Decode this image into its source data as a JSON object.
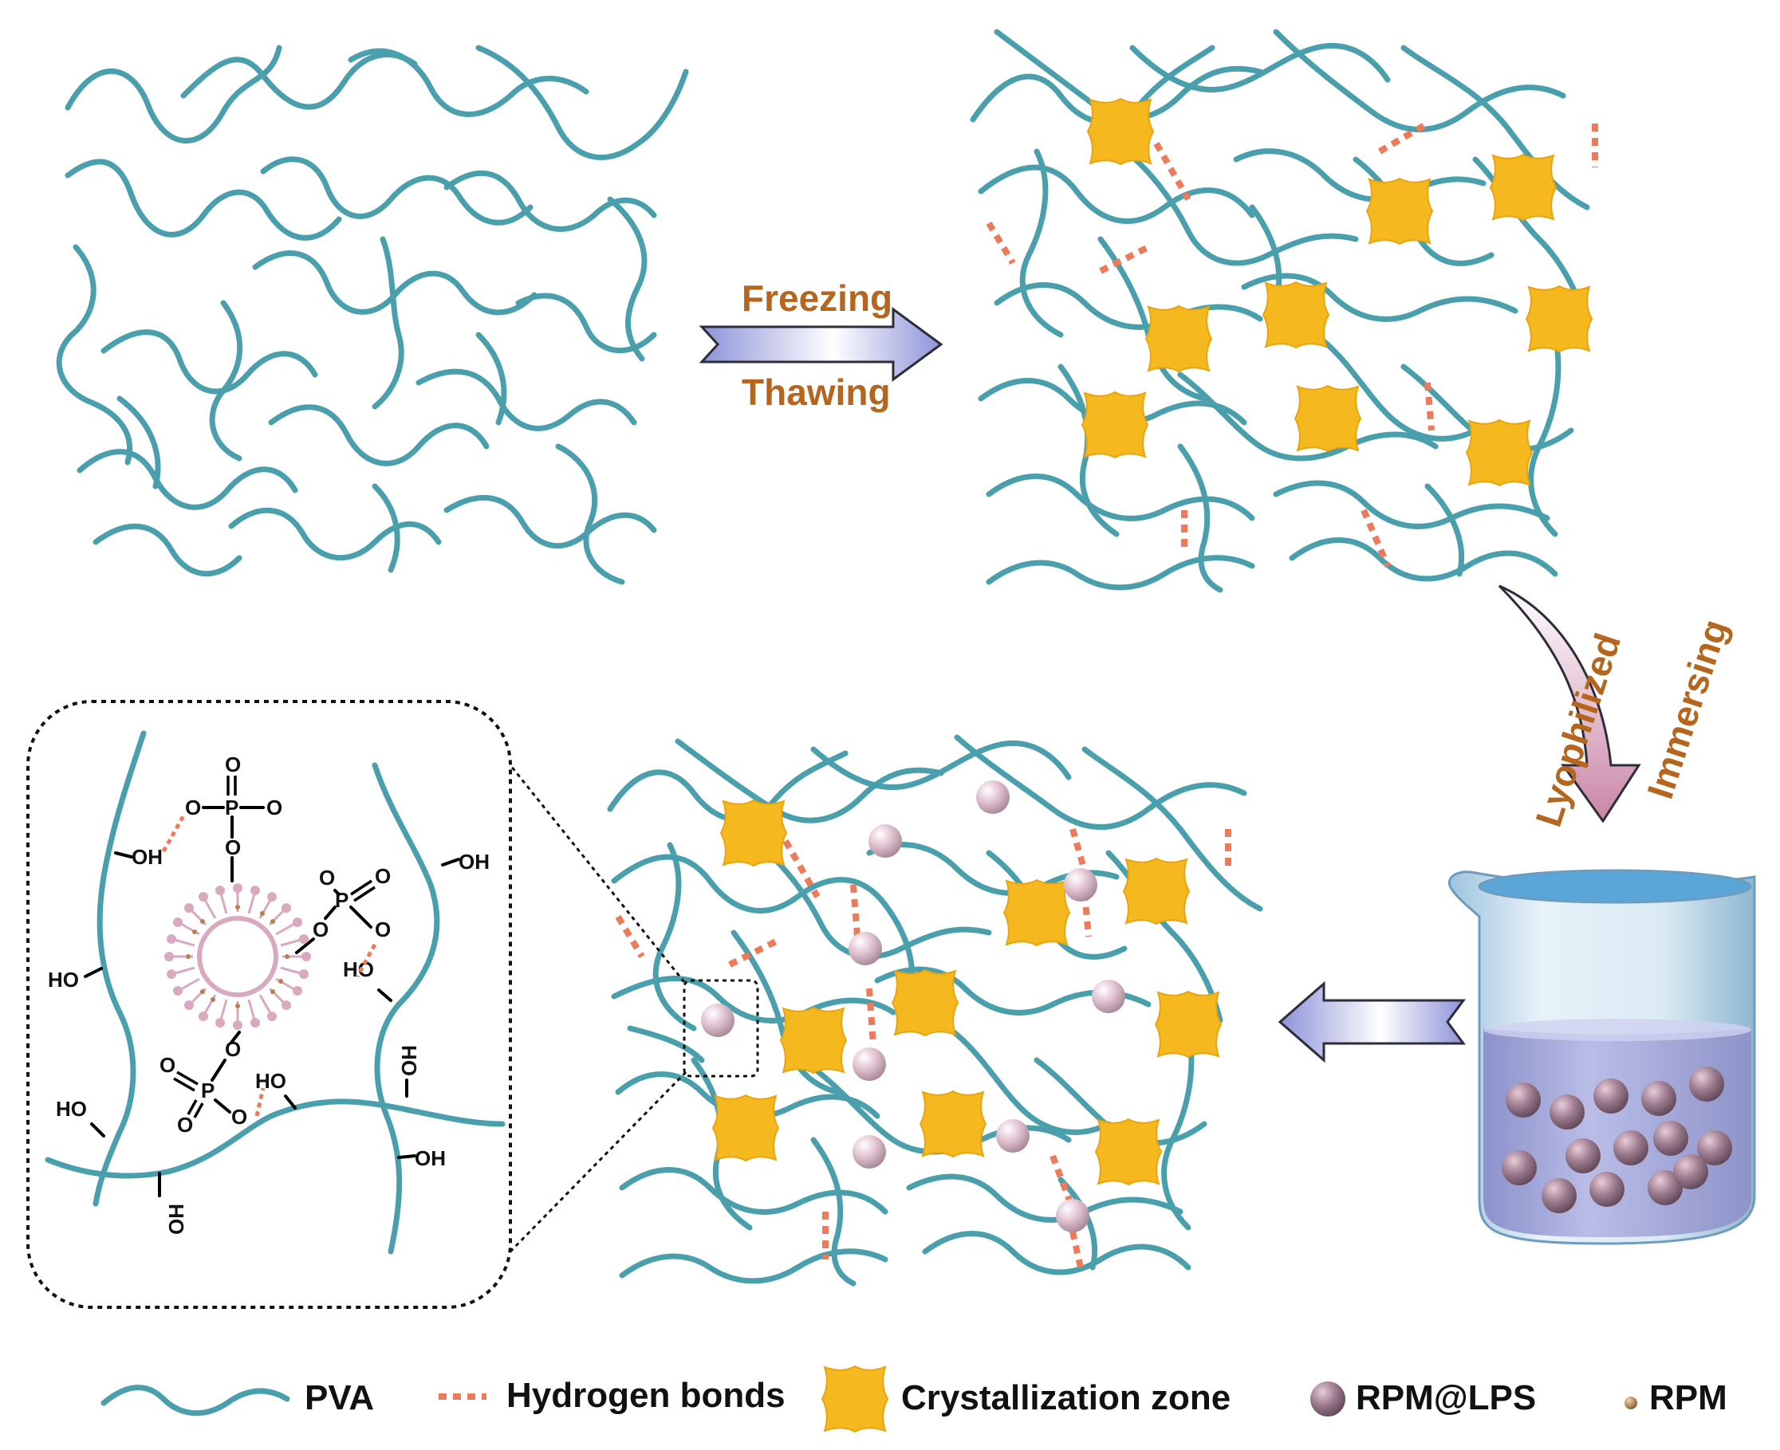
{
  "steps": {
    "freezing": "Freezing",
    "thawing": "Thawing",
    "lyophilized": "Lyophilized",
    "immersing": "Immersing"
  },
  "chemistry": {
    "oh": "OH",
    "ho": "HO",
    "o": "O",
    "p": "P"
  },
  "legend": {
    "pva": "PVA",
    "hbond": "Hydrogen bonds",
    "crystal": "Crystallization zone",
    "rpm_lps": "RPM@LPS",
    "rpm": "RPM"
  },
  "colors": {
    "pva_chain": "#4a9fac",
    "hydrogen_bond": "#ec7b5c",
    "crystallization_zone": "#f5b81f",
    "rpm_lps_particle": "#dcbccb",
    "rpm_particle": "#b5804f",
    "step_label": "#b5651d",
    "liposome": "#d9a9c0",
    "solution": "#a7acd8"
  }
}
